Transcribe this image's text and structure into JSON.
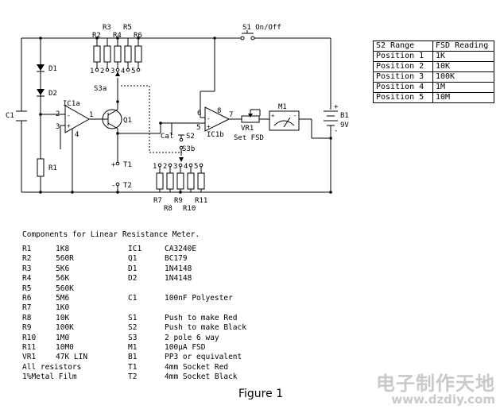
{
  "schematic": {
    "switch_s1": "S1 On/Off",
    "d1": "D1",
    "d2": "D2",
    "c1": "C1",
    "r1": "R1",
    "ic1a": "IC1a",
    "ic1b": "IC1b",
    "q1": "Q1",
    "s3a": "S3a",
    "s3b": "S3b",
    "cal": "Cal",
    "s2": "S2",
    "vr1": "VR1",
    "set_fsd": "Set FSD",
    "m1": "M1",
    "b1": "B1",
    "battery_v": "9V",
    "t1": "T1",
    "t2": "T2",
    "plus": "+",
    "minus": "-",
    "upper_resistors": [
      "R2",
      "R3",
      "R4",
      "R5",
      "R6"
    ],
    "upper_positions": [
      "1",
      "2",
      "3",
      "4",
      "5"
    ],
    "lower_resistors": [
      "R7",
      "R8",
      "R9",
      "R10",
      "R11"
    ],
    "lower_positions": [
      "1",
      "2",
      "3",
      "4",
      "5"
    ],
    "pin_labels": [
      "2",
      "3",
      "1",
      "4",
      "6",
      "8",
      "5",
      "7"
    ]
  },
  "range_table": {
    "headers": [
      "S2 Range",
      "FSD Reading"
    ],
    "rows": [
      [
        "Position 1",
        "1K"
      ],
      [
        "Position 2",
        "10K"
      ],
      [
        "Position 3",
        "100K"
      ],
      [
        "Position 4",
        "1M"
      ],
      [
        "Position 5",
        "10M"
      ]
    ]
  },
  "components": {
    "heading": "Components for Linear Resistance Meter.",
    "left_column": [
      [
        "R1",
        "1K8"
      ],
      [
        "R2",
        "560R"
      ],
      [
        "R3",
        "5K6"
      ],
      [
        "R4",
        "56K"
      ],
      [
        "R5",
        "560K"
      ],
      [
        "R6",
        "5M6"
      ],
      [
        "R7",
        "1K0"
      ],
      [
        "R8",
        "10K"
      ],
      [
        "R9",
        "100K"
      ],
      [
        "R10",
        "1M0"
      ],
      [
        "R11",
        "10M0"
      ],
      [
        "VR1",
        "47K LIN"
      ],
      [
        "All resistors",
        ""
      ],
      [
        "1%Metal Film",
        ""
      ]
    ],
    "right_column": [
      [
        "IC1",
        "CA3240E"
      ],
      [
        "Q1",
        "BC179"
      ],
      [
        "D1",
        "1N4148"
      ],
      [
        "D2",
        "1N4148"
      ],
      [
        "",
        ""
      ],
      [
        "C1",
        "100nF Polyester"
      ],
      [
        "",
        ""
      ],
      [
        "S1",
        "Push to make Red"
      ],
      [
        "S2",
        "Push to make Black"
      ],
      [
        "S3",
        "2 pole 6 way"
      ],
      [
        "M1",
        "100μA FSD"
      ],
      [
        "B1",
        "PP3 or equivalent"
      ],
      [
        "T1",
        "4mm Socket Red"
      ],
      [
        "T2",
        "4mm Socket Black"
      ]
    ]
  },
  "caption": "Figure 1",
  "watermark": {
    "text_cn": "电子制作天地",
    "url": "www.dzdiy.com"
  }
}
